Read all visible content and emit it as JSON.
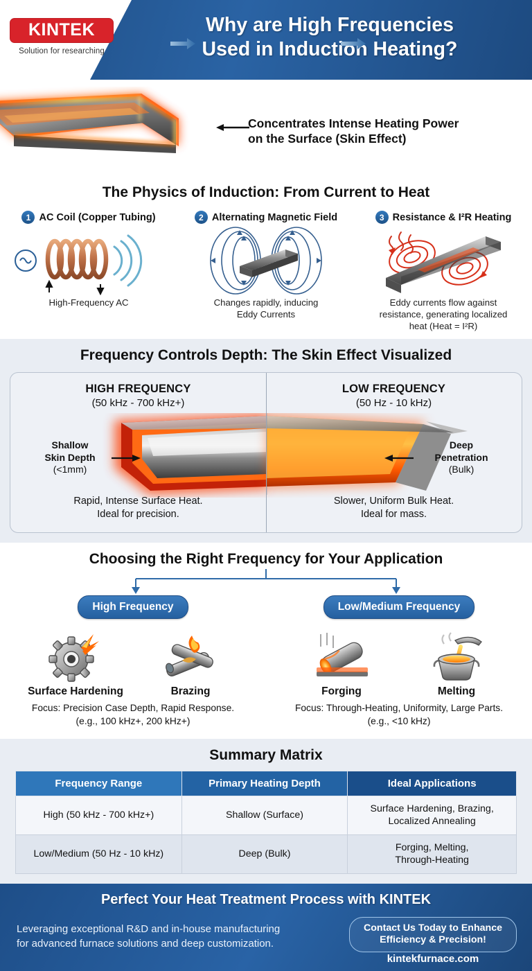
{
  "header": {
    "logo_name": "KINTEK",
    "logo_tagline": "Solution for researching",
    "title_line1": "Why are High Frequencies",
    "title_line2": "Used in Induction Heating?",
    "brand_red": "#d8232a",
    "brand_blue": "#2a63a4"
  },
  "hero": {
    "callout_line1": "Concentrates Intense Heating Power",
    "callout_line2": "on the Surface (Skin Effect)"
  },
  "physics": {
    "title": "The Physics of Induction: From Current to Heat",
    "steps": [
      {
        "number": "1",
        "title": "AC Coil (Copper Tubing)",
        "caption_line1": "High-Frequency AC",
        "caption_line2": ""
      },
      {
        "number": "2",
        "title": "Alternating Magnetic Field",
        "caption_line1": "Changes rapidly, inducing",
        "caption_line2": "Eddy Currents"
      },
      {
        "number": "3",
        "title": "Resistance & I²R Heating",
        "caption_line1": "Eddy currents flow against",
        "caption_line2": "resistance, generating localized",
        "caption_line3": "heat (Heat = I²R)"
      }
    ]
  },
  "skin": {
    "title": "Frequency Controls Depth: The Skin Effect Visualized",
    "left": {
      "heading": "HIGH FREQUENCY",
      "range": "(50 kHz - 700 kHz+)",
      "note_line1": "Shallow",
      "note_line2": "Skin Depth",
      "note_line3": "(<1mm)",
      "foot_line1": "Rapid, Intense Surface Heat.",
      "foot_line2": "Ideal for precision."
    },
    "right": {
      "heading": "LOW FREQUENCY",
      "range": "(50 Hz - 10 kHz)",
      "note_line1": "Deep",
      "note_line2": "Penetration",
      "note_line3": "(Bulk)",
      "foot_line1": "Slower, Uniform Bulk Heat.",
      "foot_line2": "Ideal for mass."
    }
  },
  "choose": {
    "title": "Choosing the Right Frequency for Your Application",
    "groups": [
      {
        "pill": "High Frequency",
        "apps": [
          {
            "label": "Surface Hardening",
            "icon": "gear-spark-icon"
          },
          {
            "label": "Brazing",
            "icon": "brazing-flame-icon"
          }
        ],
        "focus_line1": "Focus: Precision Case Depth, Rapid Response.",
        "focus_line2": "(e.g., 100 kHz+, 200 kHz+)"
      },
      {
        "pill": "Low/Medium Frequency",
        "apps": [
          {
            "label": "Forging",
            "icon": "forging-billet-icon"
          },
          {
            "label": "Melting",
            "icon": "melting-crucible-icon"
          }
        ],
        "focus_line1": "Focus: Through-Heating, Uniformity, Large Parts.",
        "focus_line2": "(e.g., <10 kHz)"
      }
    ]
  },
  "summary": {
    "title": "Summary Matrix",
    "columns": [
      "Frequency Range",
      "Primary Heating Depth",
      "Ideal Applications"
    ],
    "rows": [
      {
        "range": "High (50 kHz - 700 kHz+)",
        "depth": "Shallow (Surface)",
        "apps_line1": "Surface Hardening, Brazing,",
        "apps_line2": "Localized Annealing"
      },
      {
        "range": "Low/Medium (50 Hz - 10 kHz)",
        "depth": "Deep (Bulk)",
        "apps_line1": "Forging, Melting,",
        "apps_line2": "Through-Heating"
      }
    ]
  },
  "footer": {
    "title": "Perfect Your Heat Treatment Process with KINTEK",
    "body_line1": "Leveraging exceptional R&D and in-house manufacturing",
    "body_line2": "for advanced furnace solutions and deep customization.",
    "cta_line1": "Contact Us Today to Enhance",
    "cta_line2": "Efficiency & Precision!",
    "website": "kintekfurnace.com"
  }
}
